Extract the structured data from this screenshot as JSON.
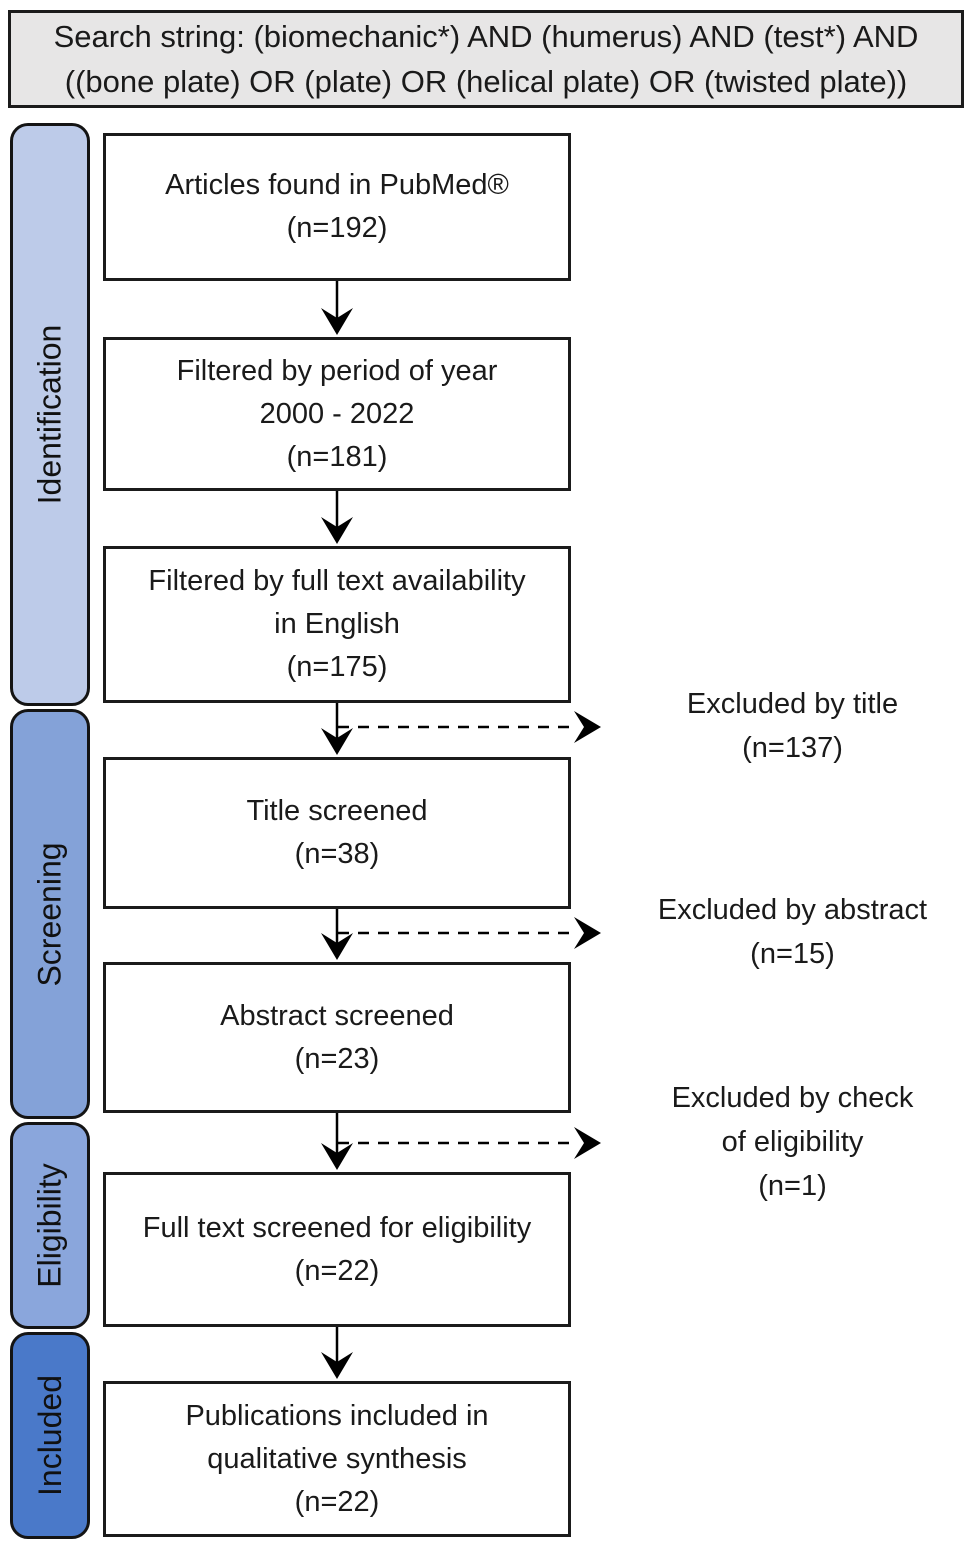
{
  "header": {
    "line1": "Search string: (biomechanic*) AND (humerus) AND (test*) AND",
    "line2": "((bone plate) OR (plate) OR (helical plate) OR (twisted plate))"
  },
  "phases": [
    {
      "id": "identification",
      "label": "Identification",
      "color": "#bdcbe9"
    },
    {
      "id": "screening",
      "label": "Screening",
      "color": "#84a2d8"
    },
    {
      "id": "eligibility",
      "label": "Eligibility",
      "color": "#8aa6dc"
    },
    {
      "id": "included",
      "label": "Included",
      "color": "#4a79c9"
    }
  ],
  "boxes": [
    {
      "n": 192,
      "lines": [
        "Articles found in PubMed®",
        "(n=192)"
      ]
    },
    {
      "n": 181,
      "lines": [
        "Filtered by period of year",
        "2000 - 2022",
        "(n=181)"
      ]
    },
    {
      "n": 175,
      "lines": [
        "Filtered by full text availability",
        "in English",
        "(n=175)"
      ]
    },
    {
      "n": 38,
      "lines": [
        "Title screened",
        "(n=38)"
      ]
    },
    {
      "n": 23,
      "lines": [
        "Abstract screened",
        "(n=23)"
      ]
    },
    {
      "n": 22,
      "lines": [
        "Full text screened for eligibility",
        "(n=22)"
      ]
    },
    {
      "n": 22,
      "lines": [
        "Publications included in",
        "qualitative synthesis",
        "(n=22)"
      ]
    }
  ],
  "exclusions": [
    {
      "n": 137,
      "lines": [
        "Excluded by title",
        "(n=137)"
      ]
    },
    {
      "n": 15,
      "lines": [
        "Excluded by abstract",
        "(n=15)"
      ]
    },
    {
      "n": 1,
      "lines": [
        "Excluded by check",
        "of eligibility",
        "(n=1)"
      ]
    }
  ],
  "colors": {
    "page_bg": "#ffffff",
    "box_bg": "#ffffff",
    "box_border": "#1b1b1b",
    "header_bg": "#e7e6e6",
    "arrow": "#000000",
    "text": "#1a1a1a"
  }
}
